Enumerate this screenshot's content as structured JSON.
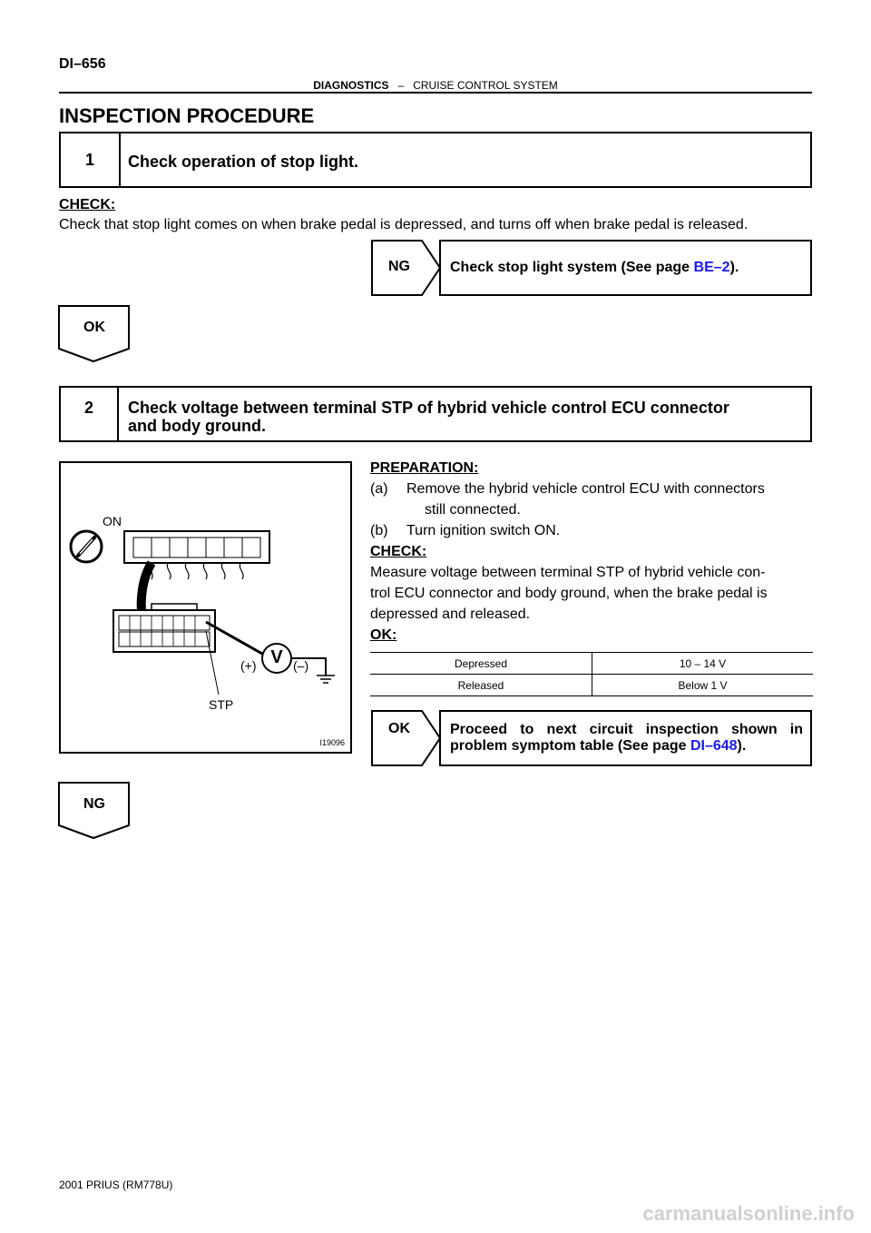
{
  "header": {
    "page_id": "DI–656",
    "section": "DIAGNOSTICS",
    "separator": "–",
    "subsection": "CRUISE CONTROL SYSTEM"
  },
  "title": "INSPECTION PROCEDURE",
  "step1": {
    "number": "1",
    "title": "Check operation of stop light.",
    "check_label": "CHECK:",
    "check_text": "Check that stop light comes on when brake pedal is depressed, and turns off when brake pedal is released.",
    "ng_label": "NG",
    "ng_text": "Check stop light system (See page ",
    "ng_link": "BE–2",
    "ng_end": ").",
    "ok_label": "OK"
  },
  "step2": {
    "number": "2",
    "title_line1": "Check voltage between terminal STP of hybrid vehicle control ECU connector",
    "title_line2": "and body ground.",
    "preparation_label": "PREPARATION:",
    "prep_a_marker": "(a)",
    "prep_a": "Remove the hybrid vehicle control ECU with connectors",
    "prep_a_cont": "still connected.",
    "prep_b_marker": "(b)",
    "prep_b": "Turn ignition switch ON.",
    "check_label": "CHECK:",
    "check_line1": "Measure voltage between terminal STP of hybrid vehicle con-",
    "check_line2": "trol ECU connector and body ground, when the brake pedal is",
    "check_line3": "depressed and released.",
    "ok_label": "OK:",
    "spec_table": [
      {
        "condition": "Depressed",
        "value": "10 – 14 V"
      },
      {
        "condition": "Released",
        "value": "Below 1 V"
      }
    ],
    "ok_result_label": "OK",
    "ok_result_line1": "Proceed to next circuit inspection shown in",
    "ok_result_line2": "problem symptom table (See page ",
    "ok_result_link": "DI–648",
    "ok_result_end": ").",
    "ng_label": "NG"
  },
  "figure": {
    "ignition_label": "ON",
    "plus_label": "(+)",
    "minus_label": "(–)",
    "meter_symbol": "V",
    "terminal_label": "STP",
    "figure_id": "I19096"
  },
  "footer": "2001 PRIUS   (RM778U)",
  "watermark": "carmanualsonline.info"
}
